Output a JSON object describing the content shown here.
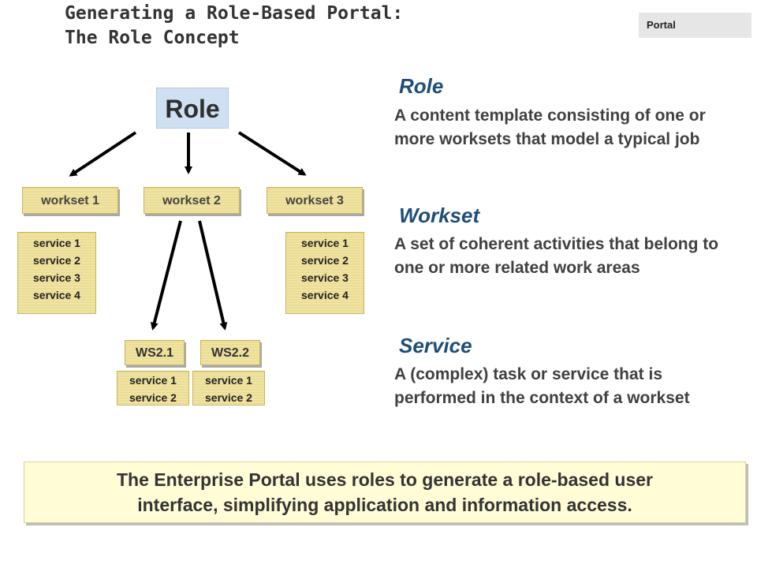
{
  "header": {
    "title_line1": "Generating a Role-Based Portal:",
    "title_line2": "The Role Concept",
    "tag": "Portal"
  },
  "diagram": {
    "role_label": "Role",
    "worksets": [
      {
        "label": "workset 1",
        "services": [
          "service 1",
          "service 2",
          "service 3",
          "service 4"
        ]
      },
      {
        "label": "workset 2"
      },
      {
        "label": "workset 3",
        "services": [
          "service 1",
          "service 2",
          "service 3",
          "service 4"
        ]
      }
    ],
    "sub_worksets": [
      {
        "label": "WS2.1",
        "services": [
          "service 1",
          "service 2"
        ]
      },
      {
        "label": "WS2.2",
        "services": [
          "service 1",
          "service 2"
        ]
      }
    ]
  },
  "definitions": [
    {
      "term": "Role",
      "text": "A content template consisting of one or more worksets that model a typical job"
    },
    {
      "term": "Workset",
      "text": "A set of coherent activities that belong to one or more related work areas"
    },
    {
      "term": "Service",
      "text": "A (complex) task or service that is performed in the context of a workset"
    }
  ],
  "footer": {
    "line1": "The Enterprise Portal uses roles to generate a role-based user",
    "line2": "interface, simplifying application and information access."
  },
  "colors": {
    "accent_blue": "#1e4e79",
    "workset_yellow": "#e8d77f",
    "banner_bg": "#fffcd6"
  }
}
